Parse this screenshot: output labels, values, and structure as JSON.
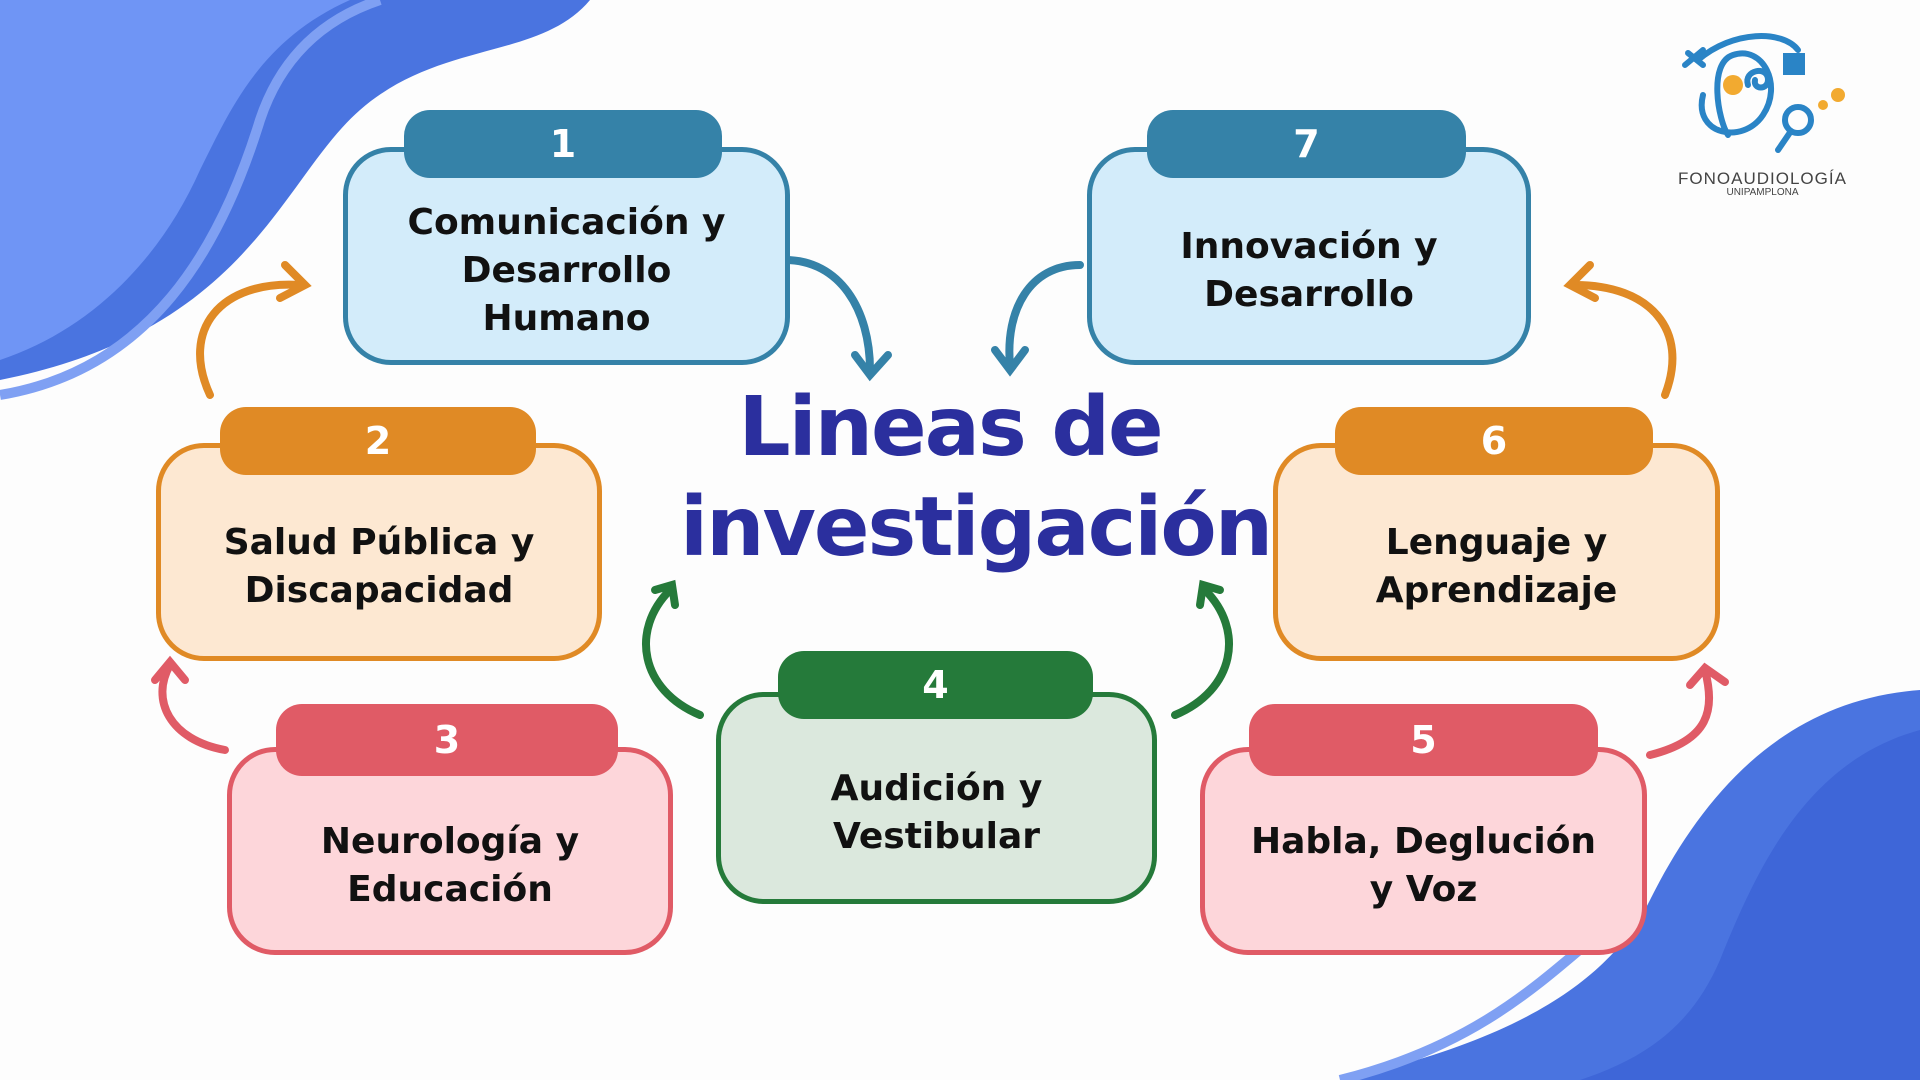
{
  "title": {
    "line1": "Lineas de",
    "line2": "investigación"
  },
  "logo": {
    "name": "FONOAUDIOLOGÍA",
    "subtitle": "UNIPAMPLONA"
  },
  "lines": [
    {
      "number": "1",
      "label": "Comunicación y\nDesarrollo\nHumano",
      "color": "#3582a8",
      "fill": "#d3ecfa"
    },
    {
      "number": "2",
      "label": "Salud Pública y\nDiscapacidad",
      "color": "#e08a25",
      "fill": "#fde8d2"
    },
    {
      "number": "3",
      "label": "Neurología y\nEducación",
      "color": "#e05b66",
      "fill": "#fdd6da"
    },
    {
      "number": "4",
      "label": "Audición y\nVestibular",
      "color": "#257a3a",
      "fill": "#dbe8dd"
    },
    {
      "number": "5",
      "label": "Habla, Deglución\ny Voz",
      "color": "#e05b66",
      "fill": "#fdd6da"
    },
    {
      "number": "6",
      "label": "Lenguaje y\nAprendizaje",
      "color": "#e08a25",
      "fill": "#fde8d2"
    },
    {
      "number": "7",
      "label": "Innovación y\nDesarrollo",
      "color": "#3582a8",
      "fill": "#d3ecfa"
    }
  ]
}
